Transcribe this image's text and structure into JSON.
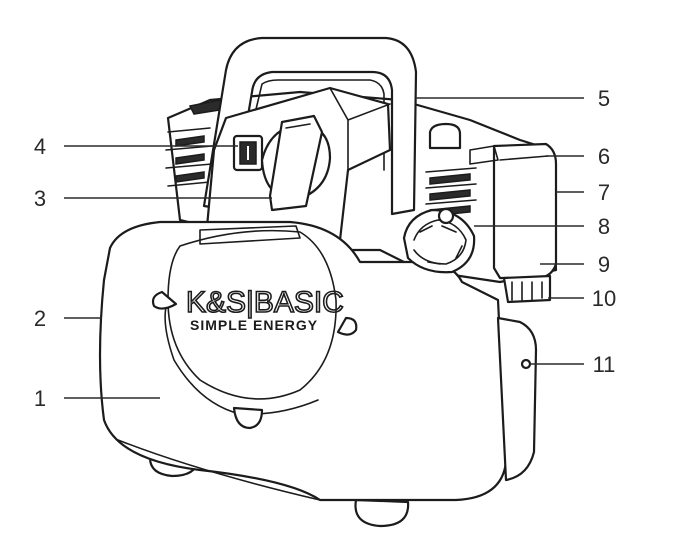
{
  "logo": {
    "brand": "K&S|BASIC",
    "tagline": "SIMPLE ENERGY"
  },
  "callouts": [
    {
      "number": "1"
    },
    {
      "number": "2"
    },
    {
      "number": "3"
    },
    {
      "number": "4"
    },
    {
      "number": "5"
    },
    {
      "number": "6"
    },
    {
      "number": "7"
    },
    {
      "number": "8"
    },
    {
      "number": "9"
    },
    {
      "number": "10"
    },
    {
      "number": "11"
    }
  ]
}
